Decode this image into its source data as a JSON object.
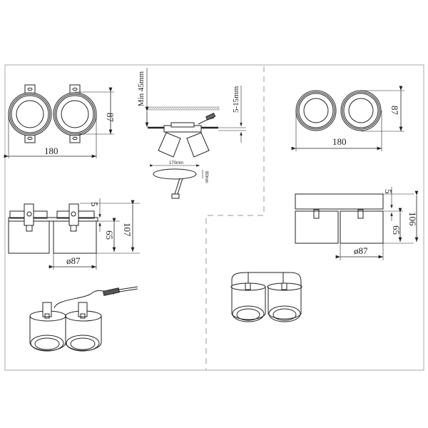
{
  "drawing": {
    "type": "technical-dimension-drawing",
    "subject": "double recessed / surface spotlight",
    "variants": [
      {
        "name": "recessed-version",
        "top_view": {
          "width_label": "180",
          "height_label": "87"
        },
        "side_view": {
          "flange_label": "5",
          "body_label": "65",
          "total_label": "107",
          "diameter_label": "ø87"
        },
        "installation": {
          "min_depth_label": "Min 45mm",
          "ceiling_thickness_label": "5-15mm",
          "cutout_length_label": "170mm",
          "cutout_width_label": "80mm"
        }
      },
      {
        "name": "surface-version",
        "top_view": {
          "width_label": "180",
          "height_label": "87"
        },
        "side_view": {
          "base_label": "5",
          "body_label": "65",
          "total_label": "106",
          "diameter_label": "ø87"
        }
      }
    ]
  },
  "colors": {
    "line": "#222222",
    "frame": "#aaaaaa",
    "hatch": "#888888"
  }
}
